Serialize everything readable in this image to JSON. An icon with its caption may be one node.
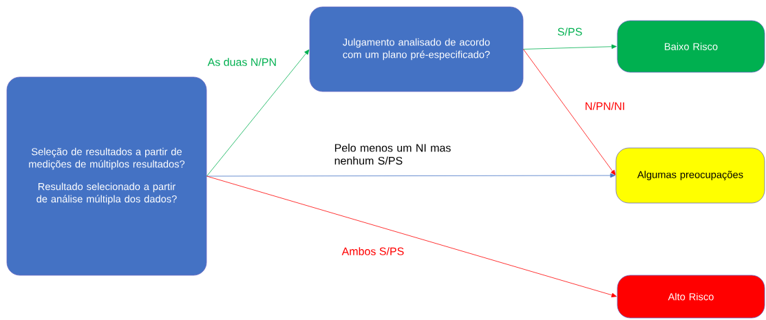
{
  "diagram": {
    "nodes": [
      {
        "text": [
          "Seleção de resultados a partir de medições de múltiplos resultados?",
          "Resultado selecionado a partir de análise múltipla dos dados?"
        ]
      },
      {
        "text": [
          "Julgamento analisado de acordo com um plano pré-especificado?"
        ]
      },
      {
        "text": [
          "Baixo Risco"
        ]
      },
      {
        "text": [
          "Algumas preocupações"
        ]
      },
      {
        "text": [
          "Alto Risco"
        ]
      }
    ],
    "edges": [
      {
        "from": 0,
        "to": 1,
        "arrow": "to",
        "label": "As duas N/PN",
        "color": "#00b050"
      },
      {
        "from": 1,
        "to": 2,
        "arrow": "to",
        "label": "S/PS",
        "color": "#00b050"
      },
      {
        "from": 1,
        "to": 3,
        "arrow": "to",
        "label": "N/PN/NI",
        "color": "#ff0000"
      },
      {
        "from": 0,
        "to": 3,
        "arrow": "to",
        "label": "Pelo menos um NI mas nenhum S/PS",
        "color": "#4472c4"
      },
      {
        "from": 0,
        "to": 4,
        "arrow": "to",
        "label": "Ambos S/PS",
        "color": "#ff0000"
      }
    ]
  }
}
